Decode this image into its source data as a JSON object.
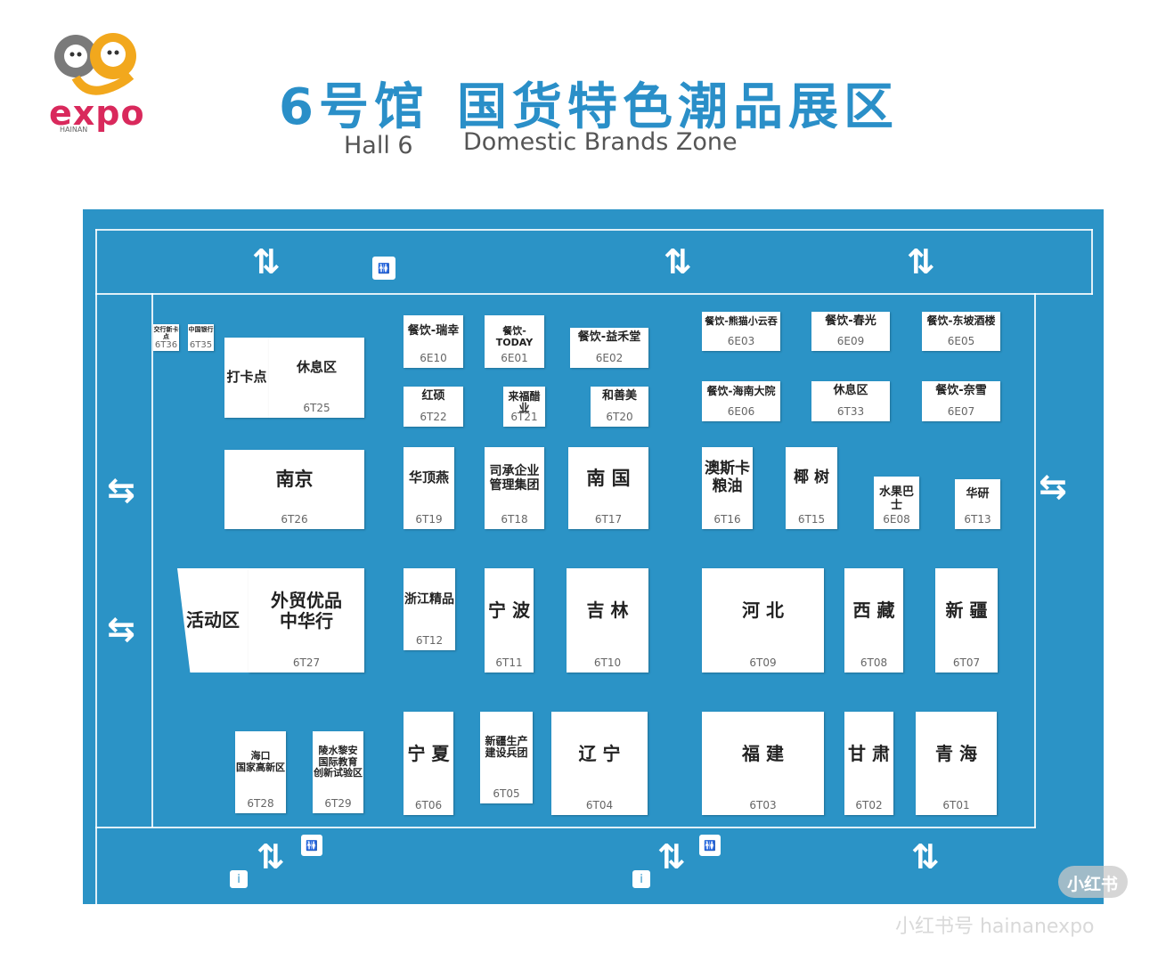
{
  "header": {
    "logo_text": "expo",
    "logo_sub": "HAINAN",
    "hall_cn": "6号馆",
    "zone_cn": "国货特色潮品展区",
    "hall_en": "Hall 6",
    "zone_en": "Domestic Brands Zone"
  },
  "colors": {
    "map_blue": "#2b93c6",
    "title_blue": "#2a8fc8",
    "booth_white": "#ffffff"
  },
  "booths": [
    {
      "id": "6T36",
      "name": "交行新卡点",
      "code": "6T36"
    },
    {
      "id": "6T35",
      "name": "中国银行",
      "code": "6T35"
    },
    {
      "id": "6T25a",
      "name": "打卡点",
      "code": ""
    },
    {
      "id": "6T25",
      "name": "休息区",
      "code": "6T25"
    },
    {
      "id": "6E10",
      "name": "餐饮-瑞幸",
      "code": "6E10"
    },
    {
      "id": "6E01",
      "name": "餐饮-TODAY",
      "code": "6E01"
    },
    {
      "id": "6E02",
      "name": "餐饮-益禾堂",
      "code": "6E02"
    },
    {
      "id": "6E03",
      "name": "餐饮-熊猫小云吞",
      "code": "6E03"
    },
    {
      "id": "6E09",
      "name": "餐饮-春光",
      "code": "6E09"
    },
    {
      "id": "6E05",
      "name": "餐饮-东坡酒楼",
      "code": "6E05"
    },
    {
      "id": "6T22",
      "name": "红硕",
      "code": "6T22"
    },
    {
      "id": "6T21",
      "name": "来福醋业",
      "code": "6T21"
    },
    {
      "id": "6T20",
      "name": "和善美",
      "code": "6T20"
    },
    {
      "id": "6E06",
      "name": "餐饮-海南大院",
      "code": "6E06"
    },
    {
      "id": "6T33",
      "name": "休息区",
      "code": "6T33"
    },
    {
      "id": "6E07",
      "name": "餐饮-奈雪",
      "code": "6E07"
    },
    {
      "id": "6T26",
      "name": "南京",
      "code": "6T26"
    },
    {
      "id": "6T19",
      "name": "华顶燕",
      "code": "6T19"
    },
    {
      "id": "6T18",
      "name": "司承企业\n管理集团",
      "code": "6T18"
    },
    {
      "id": "6T17",
      "name": "南 国",
      "code": "6T17"
    },
    {
      "id": "6T16",
      "name": "澳斯卡\n粮油",
      "code": "6T16"
    },
    {
      "id": "6T15",
      "name": "椰 树",
      "code": "6T15"
    },
    {
      "id": "6E08",
      "name": "水果巴士",
      "code": "6E08"
    },
    {
      "id": "6T13",
      "name": "华研",
      "code": "6T13"
    },
    {
      "id": "6T27a",
      "name": "活动区",
      "code": ""
    },
    {
      "id": "6T27",
      "name": "外贸优品\n中华行",
      "code": "6T27"
    },
    {
      "id": "6T12",
      "name": "浙江精品",
      "code": "6T12"
    },
    {
      "id": "6T11",
      "name": "宁 波",
      "code": "6T11"
    },
    {
      "id": "6T10",
      "name": "吉 林",
      "code": "6T10"
    },
    {
      "id": "6T09",
      "name": "河 北",
      "code": "6T09"
    },
    {
      "id": "6T08",
      "name": "西 藏",
      "code": "6T08"
    },
    {
      "id": "6T07",
      "name": "新 疆",
      "code": "6T07"
    },
    {
      "id": "6T28",
      "name": "海口\n国家高新区",
      "code": "6T28"
    },
    {
      "id": "6T29",
      "name": "陵水黎安\n国际教育\n创新试验区",
      "code": "6T29"
    },
    {
      "id": "6T06",
      "name": "宁 夏",
      "code": "6T06"
    },
    {
      "id": "6T05",
      "name": "新疆生产\n建设兵团",
      "code": "6T05"
    },
    {
      "id": "6T04",
      "name": "辽 宁",
      "code": "6T04"
    },
    {
      "id": "6T03",
      "name": "福 建",
      "code": "6T03"
    },
    {
      "id": "6T02",
      "name": "甘 肃",
      "code": "6T02"
    },
    {
      "id": "6T01",
      "name": "青 海",
      "code": "6T01"
    }
  ],
  "icons": {
    "escalator": "⇅",
    "transfer": "⇆",
    "restroom": "🚻",
    "info": "i"
  },
  "watermark": {
    "badge": "小红书",
    "account": "小红书号 hainanexpo"
  }
}
